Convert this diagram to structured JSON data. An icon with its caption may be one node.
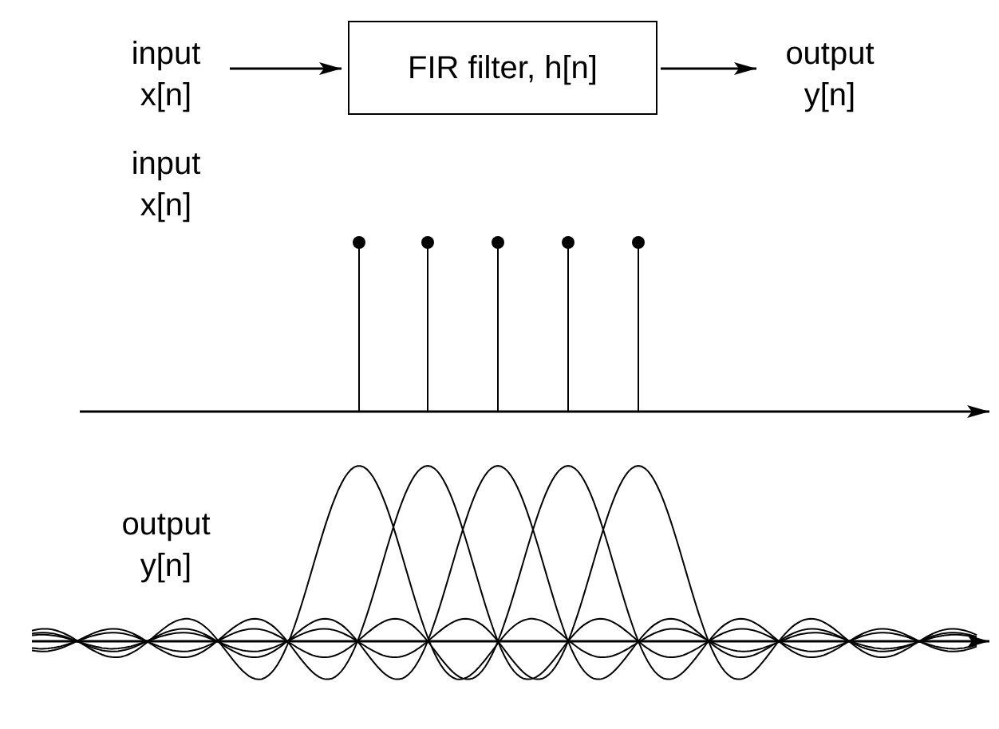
{
  "diagram": {
    "nodes": [
      {
        "text": [
          "input x[n]"
        ]
      },
      {
        "text": [
          "FIR filter, h[n]"
        ]
      },
      {
        "text": [
          "output y[n]"
        ]
      }
    ],
    "edges": [
      {
        "from": 0,
        "to": 1,
        "arrow": "to"
      },
      {
        "from": 1,
        "to": 2,
        "arrow": "to"
      }
    ],
    "labels": [
      "input x[n]",
      "output y[n]"
    ]
  }
}
